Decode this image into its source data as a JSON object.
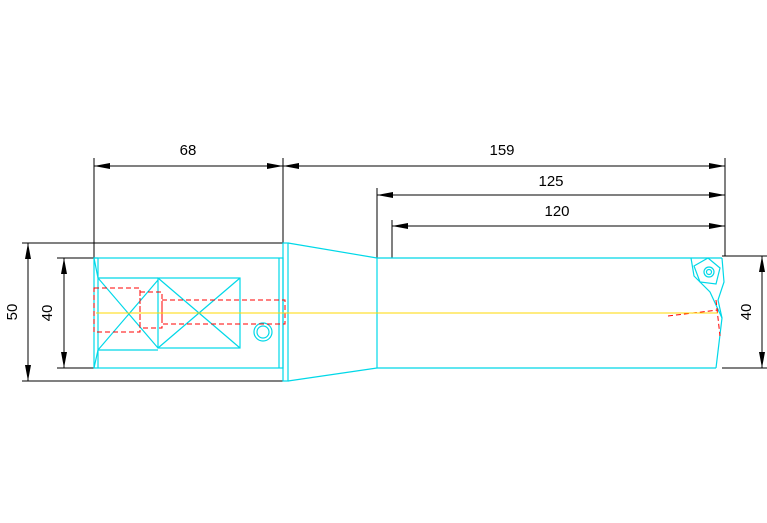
{
  "dimensions": {
    "length_68": "68",
    "length_159": "159",
    "length_125": "125",
    "length_120": "120",
    "dia_50": "50",
    "dia_40_left": "40",
    "dia_40_right": "40"
  },
  "colors": {
    "outline": "#00d8e8",
    "hidden_lines": "#ff0000",
    "center_line": "#ffd800",
    "dimension_lines": "#000000"
  },
  "icons": {
    "insert": "circle-in-triangle"
  }
}
